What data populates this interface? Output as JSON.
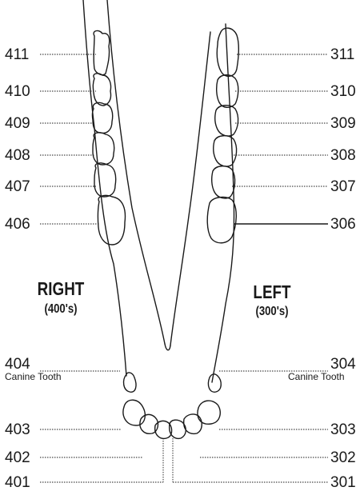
{
  "diagram": {
    "right_side": {
      "title": "RIGHT",
      "subtitle": "(400's)",
      "numbers": [
        "411",
        "410",
        "409",
        "408",
        "407",
        "406",
        "404",
        "403",
        "402",
        "401"
      ],
      "canine_label": "Canine Tooth"
    },
    "left_side": {
      "title": "LEFT",
      "subtitle": "(300's)",
      "numbers": [
        "311",
        "310",
        "309",
        "308",
        "307",
        "306",
        "304",
        "303",
        "302",
        "301"
      ],
      "canine_label": "Canine Tooth"
    },
    "colors": {
      "ink": "#1a1a1a",
      "background": "#ffffff"
    }
  }
}
